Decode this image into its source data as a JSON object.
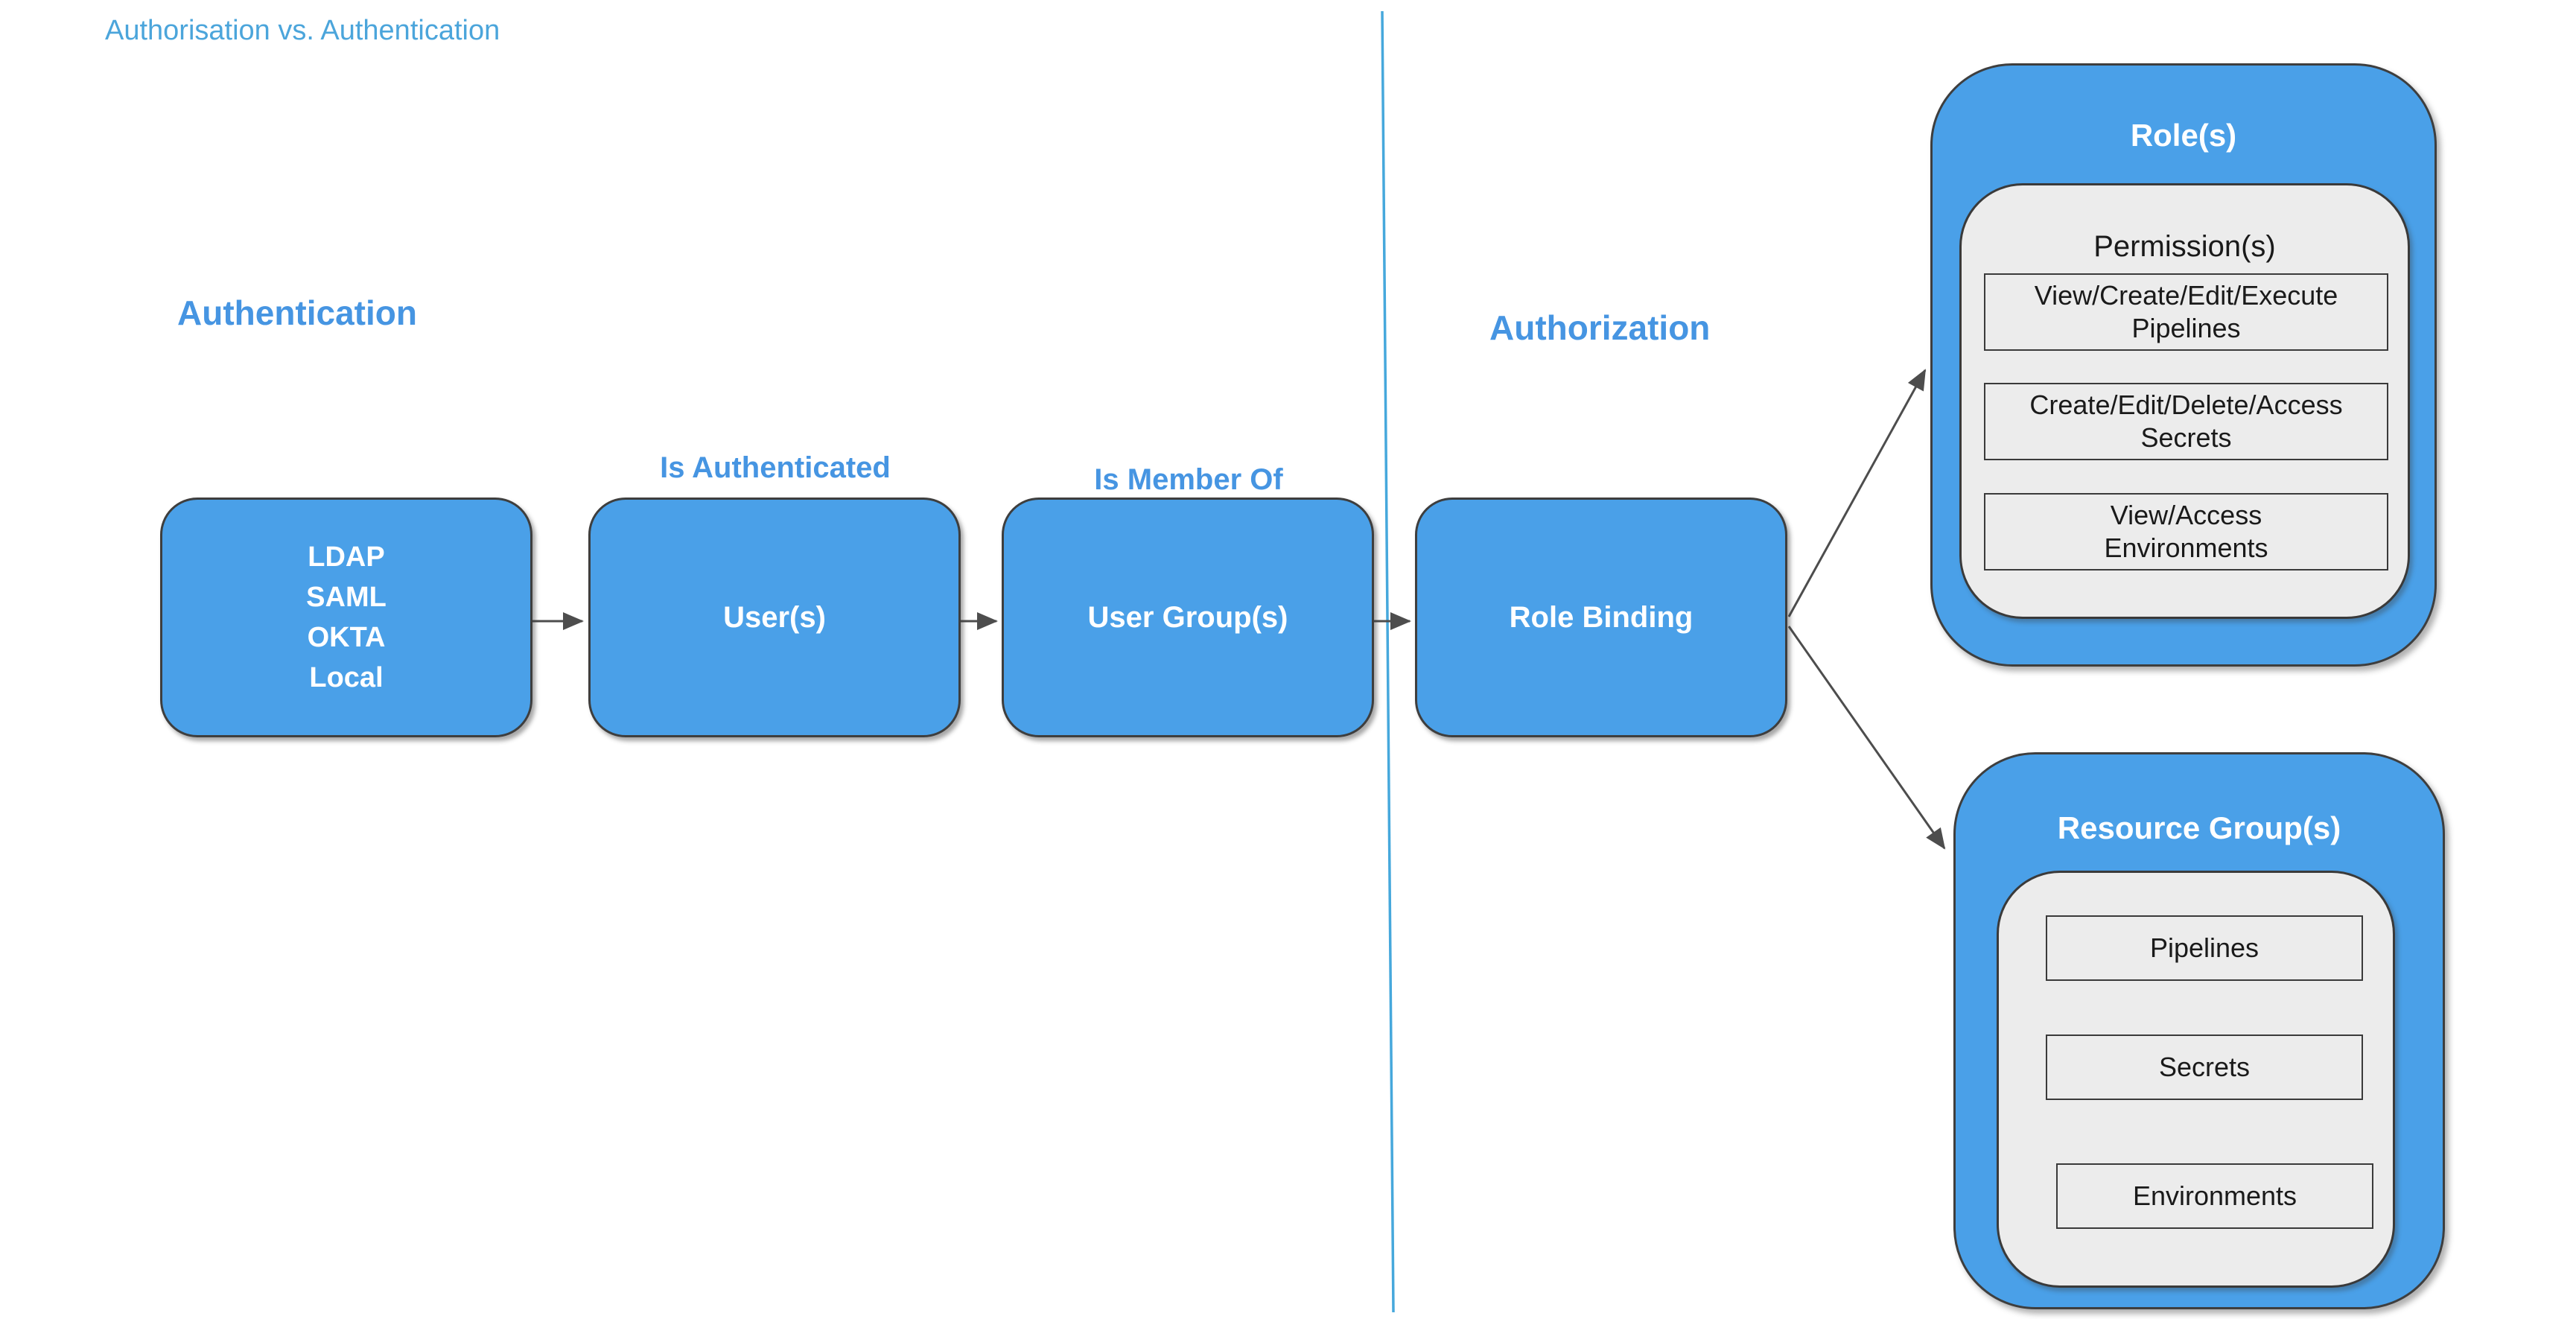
{
  "title": "Authorisation vs. Authentication",
  "sections": {
    "authentication": {
      "heading": "Authentication"
    },
    "authorization": {
      "heading": "Authorization"
    }
  },
  "nodes": {
    "auth_providers": {
      "lines": [
        "LDAP",
        "SAML",
        "OKTA",
        "Local"
      ]
    },
    "users": {
      "label": "User(s)"
    },
    "user_groups": {
      "label": "User Group(s)"
    },
    "role_binding": {
      "label": "Role Binding"
    }
  },
  "edges": {
    "is_authenticated": "Is Authenticated",
    "is_member_of": "Is Member Of"
  },
  "roles_container": {
    "title": "Role(s)",
    "permissions": {
      "title": "Permission(s)",
      "items": [
        "View/Create/Edit/Execute\nPipelines",
        "Create/Edit/Delete/Access\nSecrets",
        "View/Access\nEnvironments"
      ]
    }
  },
  "resource_container": {
    "title": "Resource Group(s)",
    "items": [
      "Pipelines",
      "Secrets",
      "Environments"
    ]
  },
  "colors": {
    "node_fill": "#4AA0E8",
    "node_border": "#3e3e3e",
    "panel_fill": "#ececec",
    "title_blue": "#4BA5DB",
    "heading_blue": "#4695E2",
    "node_text": "#ffffff",
    "item_text": "#1a1a1a",
    "arrow": "#4d4d4d",
    "divider": "#46A8DC"
  }
}
